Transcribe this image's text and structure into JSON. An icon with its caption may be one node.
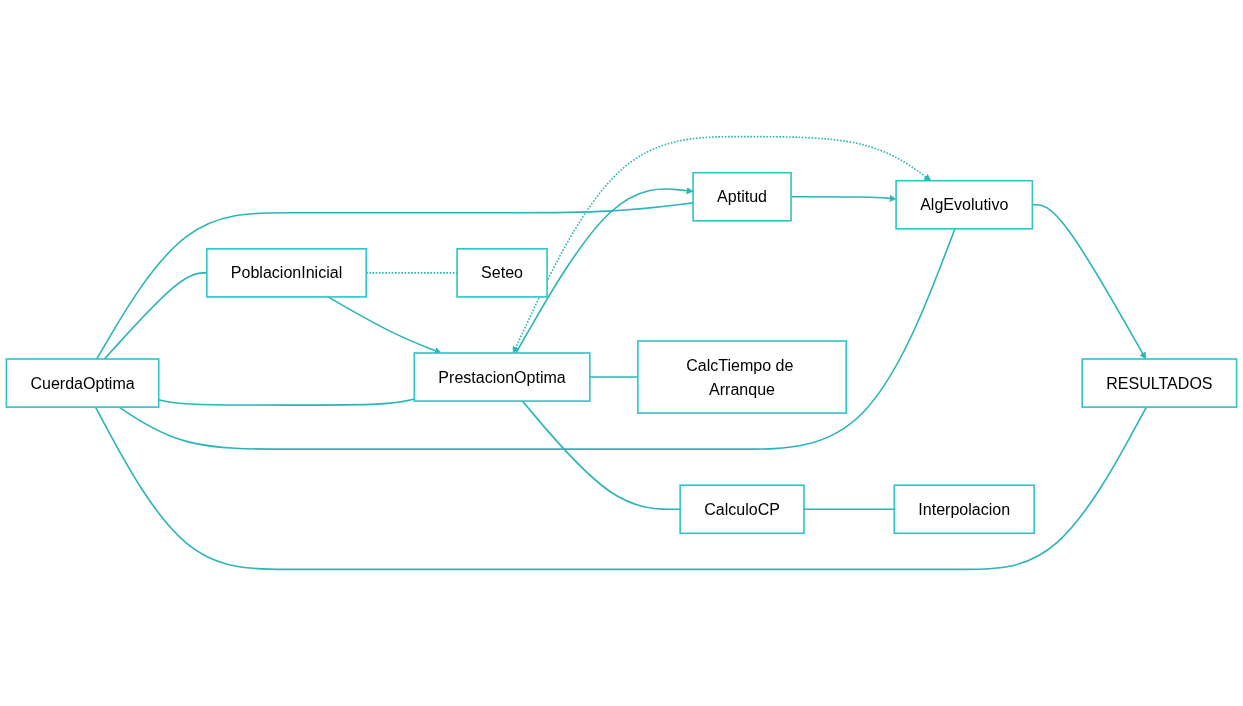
{
  "diagram": {
    "nodes": [
      {
        "text": [
          "CuerdaOptima"
        ]
      },
      {
        "text": [
          "PoblacionInicial"
        ]
      },
      {
        "text": [
          "PrestacionOptima"
        ]
      },
      {
        "text": [
          "Aptitud"
        ]
      },
      {
        "text": [
          "AlgEvolutivo"
        ]
      },
      {
        "text": [
          "RESULTADOS"
        ]
      },
      {
        "text": [
          "Seteo"
        ]
      },
      {
        "text": [
          "CalculoCP"
        ]
      },
      {
        "text": [
          "CalcTiempo de Arranque"
        ]
      },
      {
        "text": [
          "Interpolacion"
        ]
      }
    ],
    "edges": [
      {
        "from": 0,
        "to": 1,
        "arrow": "none"
      },
      {
        "from": 0,
        "to": 2,
        "arrow": "none"
      },
      {
        "from": 0,
        "to": 3,
        "arrow": "none"
      },
      {
        "from": 0,
        "to": 4,
        "arrow": "none"
      },
      {
        "from": 0,
        "to": 5,
        "arrow": "none"
      },
      {
        "from": 1,
        "to": 2,
        "arrow": "to"
      },
      {
        "from": 2,
        "to": 3,
        "arrow": "to"
      },
      {
        "from": 3,
        "to": 4,
        "arrow": "to"
      },
      {
        "from": 4,
        "to": 5,
        "arrow": "to"
      },
      {
        "from": 4,
        "to": 2,
        "arrow": "both",
        "style": "dashed"
      },
      {
        "from": 1,
        "to": 6,
        "arrow": "none",
        "style": "dashed"
      },
      {
        "from": 2,
        "to": 7,
        "arrow": "none"
      },
      {
        "from": 2,
        "to": 8,
        "arrow": "none"
      },
      {
        "from": 7,
        "to": 9,
        "arrow": "none"
      }
    ]
  }
}
